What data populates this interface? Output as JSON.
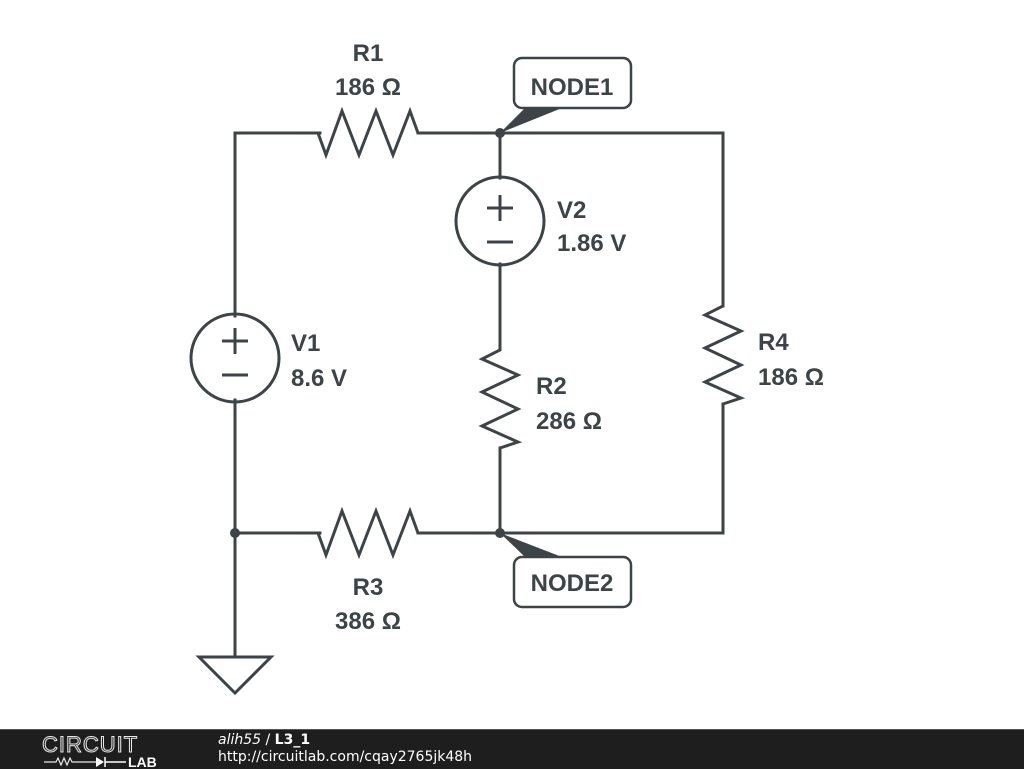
{
  "schematic": {
    "components": {
      "R1": {
        "name": "R1",
        "value": "186 Ω"
      },
      "R2": {
        "name": "R2",
        "value": "286 Ω"
      },
      "R3": {
        "name": "R3",
        "value": "386 Ω"
      },
      "R4": {
        "name": "R4",
        "value": "186 Ω"
      },
      "V1": {
        "name": "V1",
        "value": "8.6 V"
      },
      "V2": {
        "name": "V2",
        "value": "1.86 V"
      }
    },
    "nodes": {
      "node1": "NODE1",
      "node2": "NODE2"
    },
    "source_symbols": {
      "plus": "+",
      "minus": "−"
    }
  },
  "footer": {
    "logo_top": "CIRCUIT",
    "logo_bottom": "LAB",
    "author": "alih55",
    "separator": " / ",
    "project": "L3_1",
    "url": "http://circuitlab.com/cqay2765jk48h"
  },
  "colors": {
    "ink": "#3d4448",
    "footer_bg": "#1e1e1e"
  }
}
